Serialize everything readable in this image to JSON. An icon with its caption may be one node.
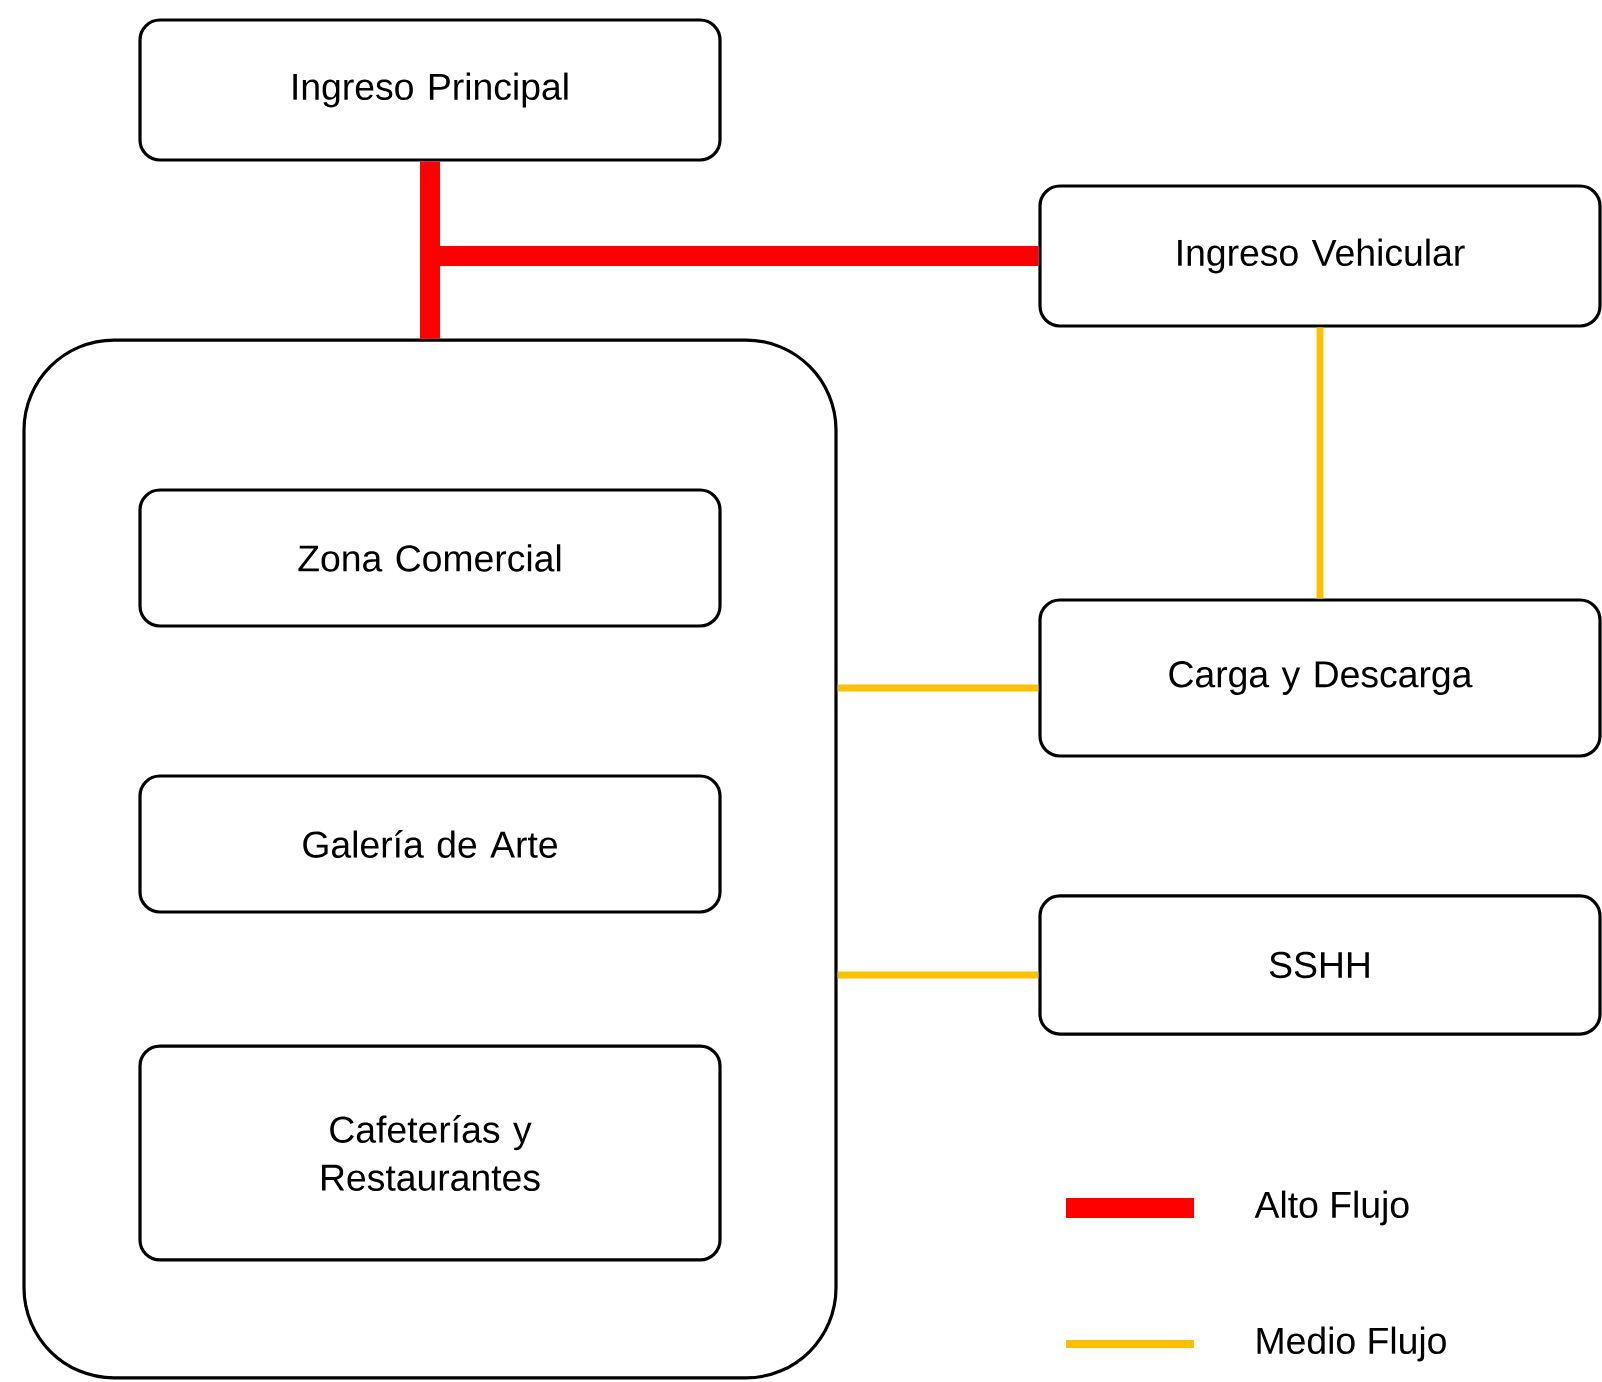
{
  "diagram": {
    "nodes": [
      {
        "text": [
          "Ingreso Principal"
        ]
      },
      {
        "text": [
          "Ingreso Vehicular"
        ]
      },
      {
        "text": [],
        "shape": "box"
      },
      {
        "text": [
          "Zona Comercial"
        ],
        "in": 2
      },
      {
        "text": [
          "Galería de Arte"
        ],
        "in": 2
      },
      {
        "text": [
          "Cafeterías y Restaurantes"
        ],
        "in": 2
      },
      {
        "text": [
          "Carga y Descarga"
        ]
      },
      {
        "text": [
          "SSHH"
        ]
      }
    ],
    "edges": [
      {
        "from": 0,
        "to": 2,
        "arrow": "none",
        "style": "thick",
        "color": "#ff0000"
      },
      {
        "from": 1,
        "to": 2,
        "arrow": "none",
        "style": "thick",
        "color": "#ff0000"
      },
      {
        "from": 1,
        "to": 6,
        "arrow": "none"
      },
      {
        "from": 2,
        "to": 6,
        "arrow": "none"
      },
      {
        "from": 2,
        "to": 7,
        "arrow": "none"
      }
    ],
    "legend": [
      {
        "text": "Alto Flujo",
        "color": "#ff0000"
      },
      {
        "text": "Medio Flujo",
        "color": "#ffc000"
      }
    ]
  }
}
